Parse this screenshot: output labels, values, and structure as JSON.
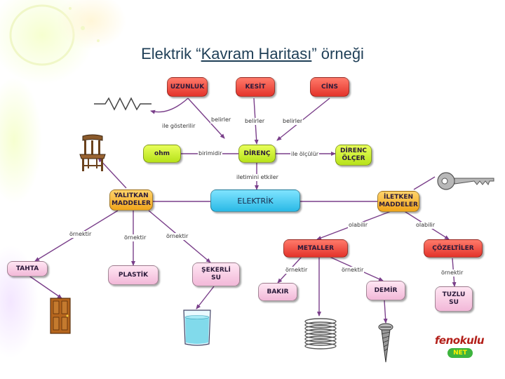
{
  "title": {
    "prefix": "Elektrik “",
    "underlined": "Kavram Haritası",
    "suffix": "” örneği"
  },
  "nodes": {
    "uzunluk": "UZUNLUK",
    "kesit": "KESİT",
    "cins": "CİNS",
    "ohm": "ohm",
    "direnc": "DİRENÇ",
    "direnc_olcer": "DİRENC\nÖLÇER",
    "elektrik": "ELEKTRİK",
    "yalitkan": "YALITKAN\nMADDELER",
    "iletken": "İLETKEN\nMADDELER",
    "metaller": "METALLER",
    "cozeltiler": "ÇÖZELTİLER",
    "tahta": "TAHTA",
    "plastik": "PLASTİK",
    "sekerli_su": "ŞEKERLİ\nSU",
    "bakir": "BAKIR",
    "demir": "DEMİR",
    "tuzlu_su": "TUZLU\nSU"
  },
  "links": {
    "ile_gosterilir": "ile gösterilir",
    "belirler_1": "belirler",
    "belirler_2": "belirler",
    "belirler_3": "belirler",
    "birimidir": "birimidir",
    "ile_olculur": "ile ölçülür",
    "iletimini_etkiler": "iletimini etkiler",
    "ornektir_tahta": "örnektir",
    "ornektir_plastik": "örnektir",
    "ornektir_seker": "örnektir",
    "olabilir_metal": "olabilir",
    "olabilir_cozelti": "olabilir",
    "ornektir_bakir": "örnektir",
    "ornektir_demir": "örnektir",
    "ornektir_tuzlu": "örnektir"
  },
  "logo": {
    "name": "fenokulu",
    "suffix": "NET"
  },
  "colors": {
    "title": "#1f3f57",
    "line": "#7a3f8a",
    "red_node": "#e3332a",
    "orange_node": "#f0a51c",
    "green_node": "#b7e21a",
    "pink_node": "#f2b8d8",
    "cyan_node": "#2ab9e6"
  }
}
